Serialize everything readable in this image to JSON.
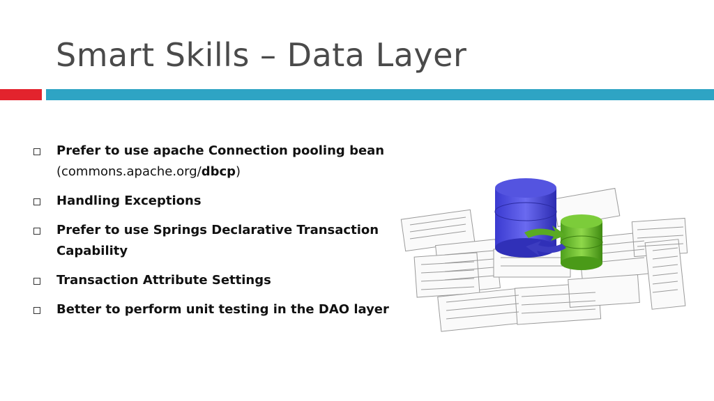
{
  "slide": {
    "title": "Smart Skills – Data Layer",
    "accent_colors": {
      "red": "#e3232d",
      "blue": "#2ea4c4"
    },
    "bullets": [
      {
        "bold1": "Prefer to use apache Connection pooling bean",
        "plain": " (commons.apache.org/",
        "bold2": "dbcp",
        "plain2": ")"
      },
      {
        "text": "Handling Exceptions"
      },
      {
        "text": "Prefer to use Springs Declarative Transaction Capability"
      },
      {
        "text": "Transaction Attribute Settings"
      },
      {
        "text": "Better to perform unit testing in the DAO layer"
      }
    ],
    "image": {
      "description_icon": "database-schema-icon"
    }
  }
}
